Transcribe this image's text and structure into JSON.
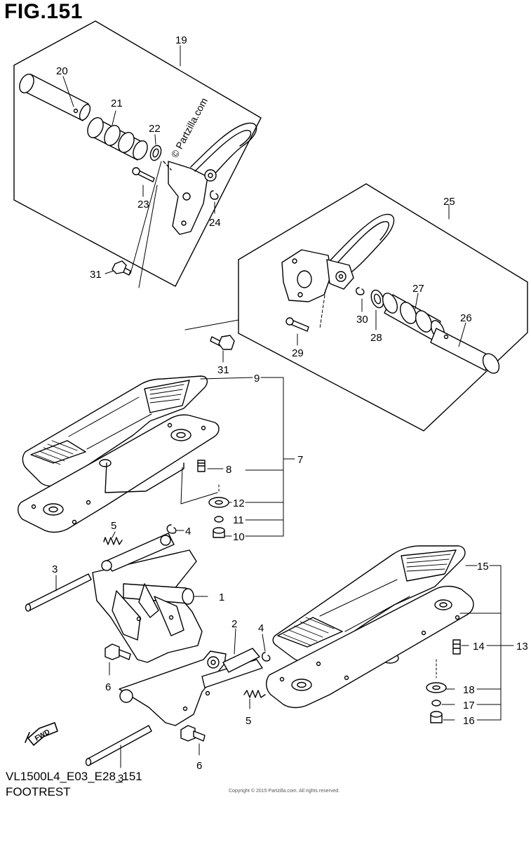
{
  "figure": {
    "title": "FIG.151"
  },
  "footer": {
    "code": "VL1500L4_E03_E28_151",
    "caption": "FOOTREST",
    "copyright": "Copyright © 2015 Partzilla.com. All rights reserved."
  },
  "watermark": "© Partzilla.com",
  "fwd_label": "FWD",
  "labels": {
    "c19": "19",
    "c20": "20",
    "c21": "21",
    "c22": "22",
    "c23": "23",
    "c24": "24",
    "c31a": "31",
    "c25": "25",
    "c27": "27",
    "c26": "26",
    "c30": "30",
    "c28": "28",
    "c29": "29",
    "c31b": "31",
    "c9": "9",
    "c7": "7",
    "c8": "8",
    "c12": "12",
    "c11": "11",
    "c10": "10",
    "c5a": "5",
    "c4a": "4",
    "c3a": "3",
    "c1": "1",
    "c2": "2",
    "c4b": "4",
    "c6a": "6",
    "c5b": "5",
    "c6b": "6",
    "c3b": "3",
    "c15": "15",
    "c14": "14",
    "c13": "13",
    "c18": "18",
    "c17": "17",
    "c16": "16"
  }
}
